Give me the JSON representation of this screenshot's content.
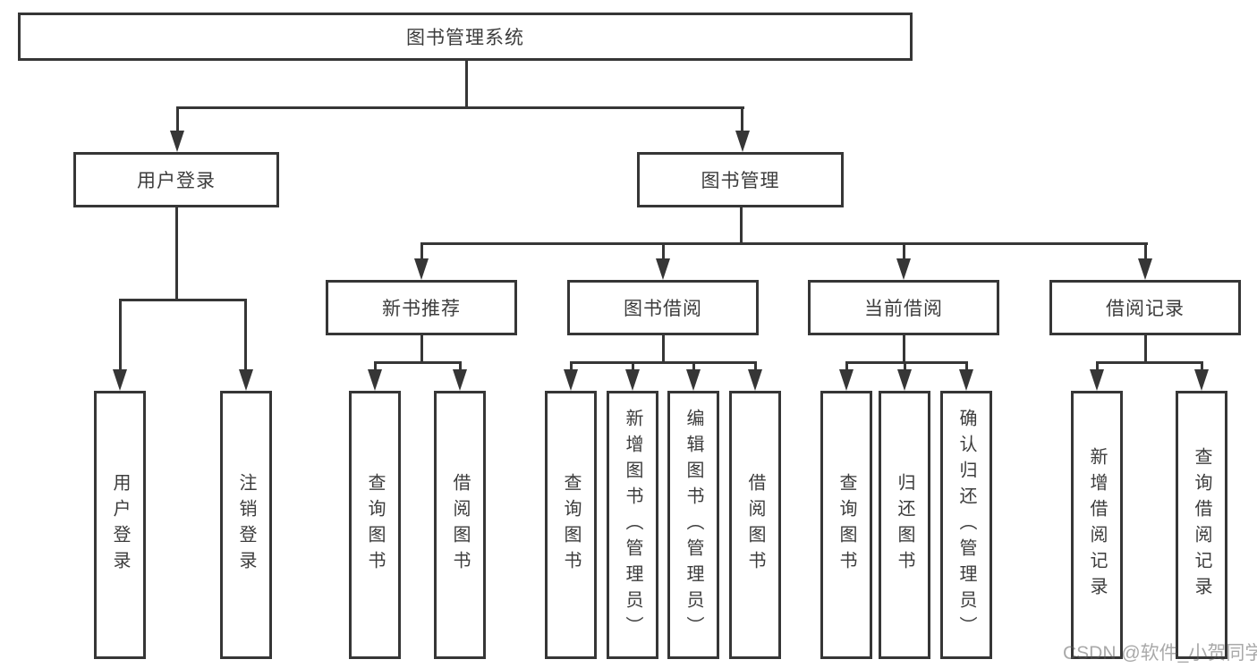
{
  "nodes": {
    "root": "图书管理系统",
    "user_login": "用户登录",
    "book_management": "图书管理",
    "new_book_recommend": "新书推荐",
    "book_borrow": "图书借阅",
    "current_borrow": "当前借阅",
    "borrow_records": "借阅记录",
    "leaf_user_login": "用户登录",
    "leaf_logout": "注销登录",
    "leaf_nb_query_books": "查询图书",
    "leaf_nb_borrow_books": "借阅图书",
    "leaf_bb_query_books": "查询图书",
    "leaf_bb_add_books_admin": "新增图书（管理员）",
    "leaf_bb_edit_books_admin": "编辑图书（管理员）",
    "leaf_bb_borrow_books": "借阅图书",
    "leaf_cb_query_books": "查询图书",
    "leaf_cb_return_books": "归还图书",
    "leaf_cb_confirm_return_admin": "确认归还（管理员）",
    "leaf_br_add_record": "新增借阅记录",
    "leaf_br_query_record": "查询借阅记录"
  },
  "watermark": "CSDN @软件_小贺同学",
  "colors": {
    "line": "#363636",
    "text": "#3c3c3c",
    "background": "#ffffff",
    "watermark_gray": "#a9a9a9"
  }
}
